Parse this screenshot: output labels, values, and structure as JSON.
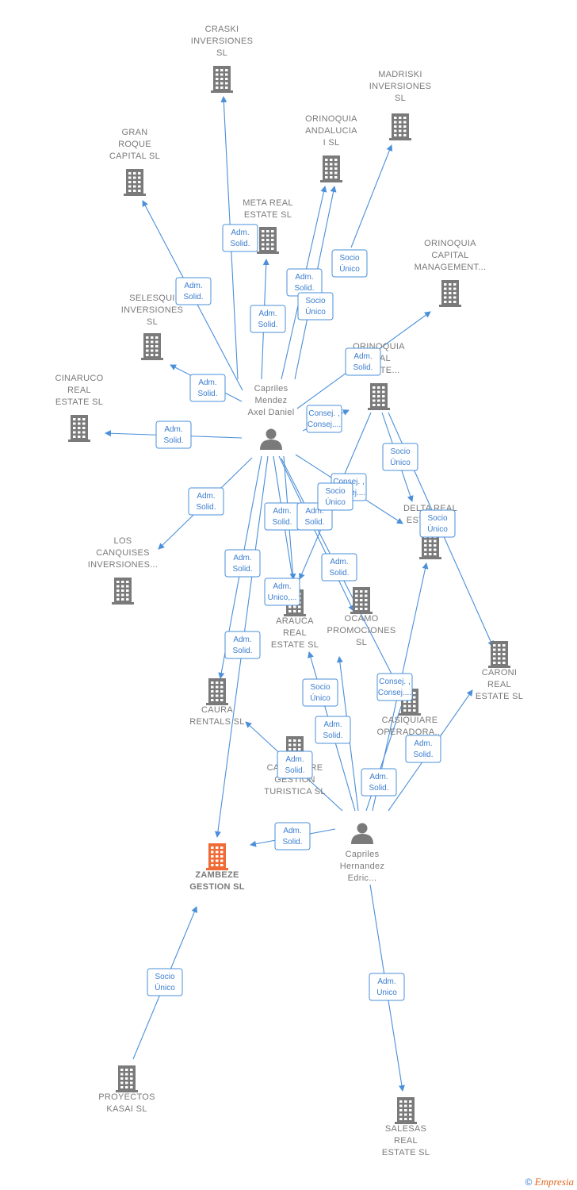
{
  "colors": {
    "edge": "#4a8fd9",
    "building": "#7a7a7a",
    "focus_building": "#f06a35",
    "person": "#7a7a7a"
  },
  "nodes": [
    {
      "id": "craski",
      "type": "company",
      "label": [
        "CRASKI",
        "INVERSIONES",
        "SL"
      ]
    },
    {
      "id": "madriski",
      "type": "company",
      "label": [
        "MADRISKI",
        "INVERSIONES",
        "SL"
      ]
    },
    {
      "id": "orinoquia_and",
      "type": "company",
      "label": [
        "ORINOQUIA",
        "ANDALUCIA",
        "I  SL"
      ]
    },
    {
      "id": "gran_roque",
      "type": "company",
      "label": [
        "GRAN",
        "ROQUE",
        "CAPITAL  SL"
      ]
    },
    {
      "id": "meta",
      "type": "company",
      "label": [
        "META REAL",
        "ESTATE  SL"
      ]
    },
    {
      "id": "orinoquia_cap",
      "type": "company",
      "label": [
        "ORINOQUIA",
        "CAPITAL",
        "MANAGEMENT..."
      ]
    },
    {
      "id": "selesqui",
      "type": "company",
      "label": [
        "SELESQUI",
        "INVERSIONES",
        "SL"
      ]
    },
    {
      "id": "orinoquia_re",
      "type": "company",
      "label": [
        "ORINOQUIA",
        "REAL",
        "ESTATE..."
      ]
    },
    {
      "id": "cinaruco",
      "type": "company",
      "label": [
        "CINARUCO",
        "REAL",
        "ESTATE  SL"
      ]
    },
    {
      "id": "axel",
      "type": "person",
      "label": [
        "Capriles",
        "Mendez",
        "Axel Daniel"
      ]
    },
    {
      "id": "delta",
      "type": "company",
      "label": [
        "DELTA REAL",
        "ESTATE  SL"
      ]
    },
    {
      "id": "canquises",
      "type": "company",
      "label": [
        "LOS",
        "CANQUISES",
        "INVERSIONES..."
      ]
    },
    {
      "id": "arauca",
      "type": "company",
      "label": [
        "ARAUCA",
        "REAL",
        "ESTATE  SL"
      ]
    },
    {
      "id": "ocamo",
      "type": "company",
      "label": [
        "OCAMO",
        "PROMOCIONES",
        "SL"
      ]
    },
    {
      "id": "caroni",
      "type": "company",
      "label": [
        "CARONI",
        "REAL",
        "ESTATE  SL"
      ]
    },
    {
      "id": "caura",
      "type": "company",
      "label": [
        "CAURA",
        "RENTALS  SL"
      ]
    },
    {
      "id": "casiquiare_op",
      "type": "company",
      "label": [
        "CASIQUIARE",
        "OPERADORA..."
      ]
    },
    {
      "id": "casiquiare_gest",
      "type": "company",
      "label": [
        "CASIQUIARE",
        "GESTION",
        "TURISTICA SL"
      ]
    },
    {
      "id": "edric",
      "type": "person",
      "label": [
        "Capriles",
        "Hernandez",
        "Edric..."
      ]
    },
    {
      "id": "zambeze",
      "type": "company",
      "focus": true,
      "label": [
        "ZAMBEZE",
        "GESTION  SL"
      ]
    },
    {
      "id": "kasai",
      "type": "company",
      "label": [
        "PROYECTOS",
        "KASAI  SL"
      ]
    },
    {
      "id": "salesas",
      "type": "company",
      "label": [
        "SALESAS",
        "REAL",
        "ESTATE  SL"
      ]
    }
  ],
  "edges": [
    {
      "from": "axel",
      "to": "craski",
      "label": [
        "Adm.",
        "Solid."
      ]
    },
    {
      "from": "axel",
      "to": "gran_roque",
      "label": [
        "Adm.",
        "Solid."
      ]
    },
    {
      "from": "axel",
      "to": "meta",
      "label": [
        "Adm.",
        "Solid."
      ]
    },
    {
      "from": "axel",
      "to": "orinoquia_and",
      "label": [
        "Adm.",
        "Solid."
      ]
    },
    {
      "from": "axel",
      "to": "orinoquia_and",
      "label": [
        "Socio",
        "Único"
      ]
    },
    {
      "from": "axel",
      "to": "selesqui",
      "label": [
        "Adm.",
        "Solid."
      ]
    },
    {
      "from": "axel",
      "to": "cinaruco",
      "label": [
        "Adm.",
        "Solid."
      ]
    },
    {
      "from": "axel",
      "to": "orinoquia_cap",
      "label": [
        "Adm.",
        "Solid."
      ]
    },
    {
      "from": "axel",
      "to": "orinoquia_re",
      "label": [
        "Consej. ,",
        "Consej...."
      ]
    },
    {
      "from": "axel",
      "to": "canquises",
      "label": [
        "Adm.",
        "Solid."
      ]
    },
    {
      "from": "axel",
      "to": "delta",
      "label": [
        "Consej. ,",
        "Consej...."
      ]
    },
    {
      "from": "axel",
      "to": "arauca",
      "label": [
        "Adm.",
        "Solid."
      ]
    },
    {
      "from": "axel",
      "to": "ocamo",
      "label": [
        "Adm.",
        "Solid."
      ]
    },
    {
      "from": "axel",
      "to": "casiquiare_gest",
      "label": [
        "Adm.",
        "Unico,..."
      ]
    },
    {
      "from": "axel",
      "to": "caura",
      "label": [
        "Adm.",
        "Solid."
      ]
    },
    {
      "from": "axel",
      "to": "zambeze",
      "label": [
        "Adm.",
        "Solid."
      ]
    },
    {
      "from": "axel",
      "to": "casiquiare_op",
      "label": [
        "Adm.",
        "Solid."
      ]
    },
    {
      "from": "orinoquia_re",
      "to": "madriski",
      "label": [
        "Socio",
        "Único"
      ]
    },
    {
      "from": "orinoquia_re",
      "to": "delta",
      "label": [
        "Socio",
        "Único"
      ]
    },
    {
      "from": "orinoquia_re",
      "to": "arauca",
      "label": [
        "Socio",
        "Único"
      ]
    },
    {
      "from": "orinoquia_re",
      "to": "caroni",
      "label": [
        "Socio",
        "Único"
      ]
    },
    {
      "from": "edric",
      "to": "zambeze",
      "label": [
        "Adm.",
        "Solid."
      ]
    },
    {
      "from": "edric",
      "to": "arauca",
      "label": [
        "Adm.",
        "Solid."
      ]
    },
    {
      "from": "edric",
      "to": "ocamo",
      "label": [
        "Socio",
        "Único"
      ]
    },
    {
      "from": "edric",
      "to": "caura",
      "label": [
        "Adm.",
        "Solid."
      ]
    },
    {
      "from": "edric",
      "to": "casiquiare_op",
      "label": [
        "Consej. ,",
        "Consej...."
      ]
    },
    {
      "from": "edric",
      "to": "caroni",
      "label": [
        "Adm.",
        "Solid."
      ]
    },
    {
      "from": "edric",
      "to": "delta",
      "label": [
        "Adm.",
        "Solid."
      ]
    },
    {
      "from": "edric",
      "to": "salesas",
      "label": [
        "Adm.",
        "Unico"
      ]
    },
    {
      "from": "kasai",
      "to": "zambeze",
      "label": [
        "Socio",
        "Único"
      ]
    }
  ],
  "footer": {
    "copyright": "©",
    "brand": "Empresia"
  }
}
